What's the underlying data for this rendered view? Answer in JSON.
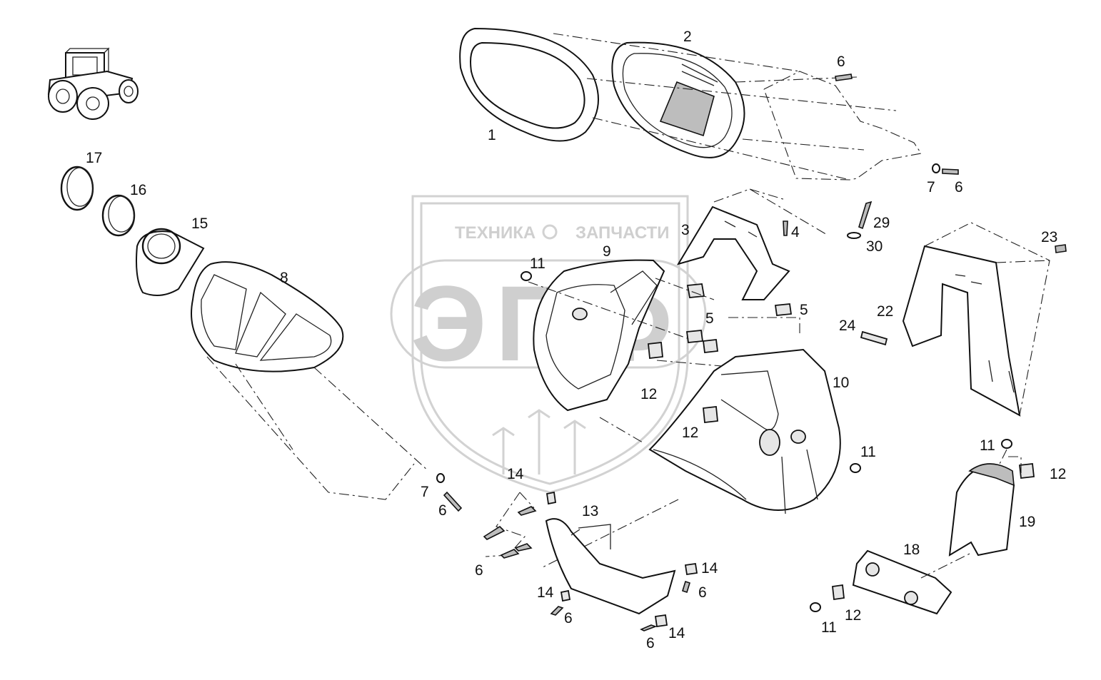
{
  "watermark": {
    "text_left": "ТЕХНИКА",
    "text_right": "ЗАПЧАСТИ",
    "logo_letters": "ЭПФ"
  },
  "callouts": [
    {
      "id": "c1",
      "text": "1"
    },
    {
      "id": "c2",
      "text": "2"
    },
    {
      "id": "c3",
      "text": "3"
    },
    {
      "id": "c4",
      "text": "4"
    },
    {
      "id": "c5a",
      "text": "5"
    },
    {
      "id": "c5b",
      "text": "5"
    },
    {
      "id": "c6a",
      "text": "6"
    },
    {
      "id": "c6b",
      "text": "6"
    },
    {
      "id": "c6c",
      "text": "6"
    },
    {
      "id": "c6d",
      "text": "6"
    },
    {
      "id": "c6e",
      "text": "6"
    },
    {
      "id": "c6f",
      "text": "6"
    },
    {
      "id": "c6g",
      "text": "6"
    },
    {
      "id": "c7a",
      "text": "7"
    },
    {
      "id": "c7b",
      "text": "7"
    },
    {
      "id": "c8",
      "text": "8"
    },
    {
      "id": "c9",
      "text": "9"
    },
    {
      "id": "c10",
      "text": "10"
    },
    {
      "id": "c11a",
      "text": "11"
    },
    {
      "id": "c11b",
      "text": "11"
    },
    {
      "id": "c11c",
      "text": "11"
    },
    {
      "id": "c11d",
      "text": "11"
    },
    {
      "id": "c12a",
      "text": "12"
    },
    {
      "id": "c12b",
      "text": "12"
    },
    {
      "id": "c12c",
      "text": "12"
    },
    {
      "id": "c12d",
      "text": "12"
    },
    {
      "id": "c13",
      "text": "13"
    },
    {
      "id": "c14a",
      "text": "14"
    },
    {
      "id": "c14b",
      "text": "14"
    },
    {
      "id": "c14c",
      "text": "14"
    },
    {
      "id": "c14d",
      "text": "14"
    },
    {
      "id": "c15",
      "text": "15"
    },
    {
      "id": "c16",
      "text": "16"
    },
    {
      "id": "c17",
      "text": "17"
    },
    {
      "id": "c18",
      "text": "18"
    },
    {
      "id": "c19",
      "text": "19"
    },
    {
      "id": "c22",
      "text": "22"
    },
    {
      "id": "c23",
      "text": "23"
    },
    {
      "id": "c24",
      "text": "24"
    },
    {
      "id": "c29",
      "text": "29"
    },
    {
      "id": "c30",
      "text": "30"
    }
  ]
}
